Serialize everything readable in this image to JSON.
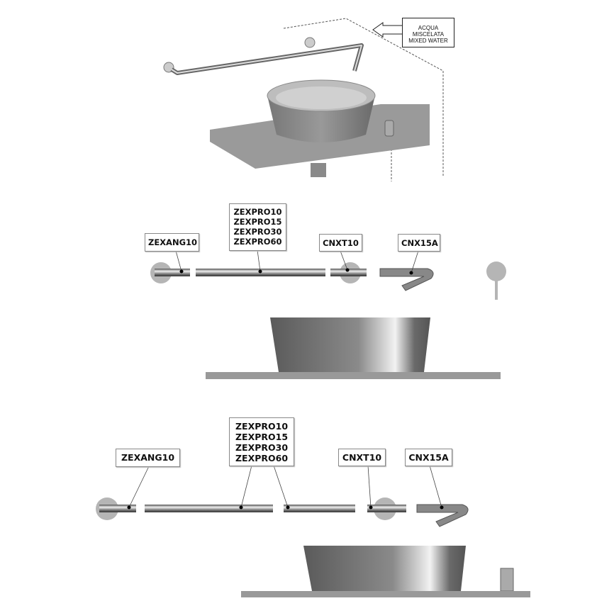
{
  "top_view": {
    "callout": {
      "line1": "ACQUA MISCELATA",
      "line2": "MIXED WATER"
    }
  },
  "middle_view": {
    "labels": {
      "angle": "ZEXANG10",
      "extensions": [
        "ZEXPRO10",
        "ZEXPRO15",
        "ZEXPRO30",
        "ZEXPRO60"
      ],
      "tee": "CNXT10",
      "spout": "CNX15A"
    }
  },
  "bottom_view": {
    "labels": {
      "angle": "ZEXANG10",
      "extensions": [
        "ZEXPRO10",
        "ZEXPRO15",
        "ZEXPRO30",
        "ZEXPRO60"
      ],
      "tee": "CNXT10",
      "spout": "CNX15A"
    }
  },
  "colors": {
    "metal": "#8a8a8a",
    "flange": "#b5b5b5",
    "counter": "#9a9a9a"
  }
}
